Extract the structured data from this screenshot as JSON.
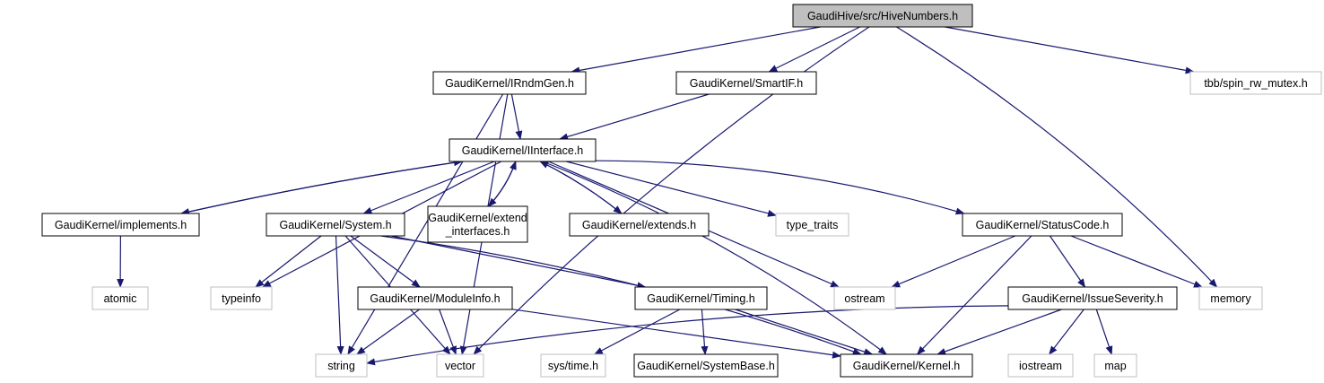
{
  "title": "GaudiHive/src/HiveNumbers.h",
  "colors": {
    "edge": "#191970",
    "root_fill": "#bfbfbf",
    "node_border": "#000000",
    "external_border": "#bfbfbf",
    "background": "#ffffff"
  },
  "nodes": [
    {
      "id": "root",
      "label": [
        "GaudiHive/src/HiveNumbers.h"
      ],
      "kind": "root"
    },
    {
      "id": "irndmgen",
      "label": [
        "GaudiKernel/IRndmGen.h"
      ],
      "kind": "internal"
    },
    {
      "id": "smartif",
      "label": [
        "GaudiKernel/SmartIF.h"
      ],
      "kind": "internal"
    },
    {
      "id": "spin",
      "label": [
        "tbb/spin_rw_mutex.h"
      ],
      "kind": "external"
    },
    {
      "id": "iinterface",
      "label": [
        "GaudiKernel/IInterface.h"
      ],
      "kind": "internal"
    },
    {
      "id": "implements",
      "label": [
        "GaudiKernel/implements.h"
      ],
      "kind": "internal"
    },
    {
      "id": "system",
      "label": [
        "GaudiKernel/System.h"
      ],
      "kind": "internal"
    },
    {
      "id": "extend_interfaces",
      "label": [
        "GaudiKernel/extend",
        "_interfaces.h"
      ],
      "kind": "internal"
    },
    {
      "id": "extends",
      "label": [
        "GaudiKernel/extends.h"
      ],
      "kind": "internal"
    },
    {
      "id": "type_traits",
      "label": [
        "type_traits"
      ],
      "kind": "external"
    },
    {
      "id": "statuscode",
      "label": [
        "GaudiKernel/StatusCode.h"
      ],
      "kind": "internal"
    },
    {
      "id": "atomic",
      "label": [
        "atomic"
      ],
      "kind": "external"
    },
    {
      "id": "typeinfo",
      "label": [
        "typeinfo"
      ],
      "kind": "external"
    },
    {
      "id": "moduleinfo",
      "label": [
        "GaudiKernel/ModuleInfo.h"
      ],
      "kind": "internal"
    },
    {
      "id": "timing",
      "label": [
        "GaudiKernel/Timing.h"
      ],
      "kind": "internal"
    },
    {
      "id": "ostream",
      "label": [
        "ostream"
      ],
      "kind": "external"
    },
    {
      "id": "issueseverity",
      "label": [
        "GaudiKernel/IssueSeverity.h"
      ],
      "kind": "internal"
    },
    {
      "id": "memory",
      "label": [
        "memory"
      ],
      "kind": "external"
    },
    {
      "id": "string",
      "label": [
        "string"
      ],
      "kind": "external"
    },
    {
      "id": "vector",
      "label": [
        "vector"
      ],
      "kind": "external"
    },
    {
      "id": "systime",
      "label": [
        "sys/time.h"
      ],
      "kind": "external"
    },
    {
      "id": "systembase",
      "label": [
        "GaudiKernel/SystemBase.h"
      ],
      "kind": "internal"
    },
    {
      "id": "kernel",
      "label": [
        "GaudiKernel/Kernel.h"
      ],
      "kind": "internal"
    },
    {
      "id": "iostream",
      "label": [
        "iostream"
      ],
      "kind": "external"
    },
    {
      "id": "map",
      "label": [
        "map"
      ],
      "kind": "external"
    }
  ],
  "edges": [
    {
      "from": "root",
      "to": "irndmgen"
    },
    {
      "from": "root",
      "to": "smartif"
    },
    {
      "from": "root",
      "to": "vector"
    },
    {
      "from": "root",
      "to": "memory"
    },
    {
      "from": "root",
      "to": "spin"
    },
    {
      "from": "irndmgen",
      "to": "iinterface"
    },
    {
      "from": "irndmgen",
      "to": "string"
    },
    {
      "from": "irndmgen",
      "to": "vector"
    },
    {
      "from": "smartif",
      "to": "iinterface"
    },
    {
      "from": "iinterface",
      "to": "implements"
    },
    {
      "from": "iinterface",
      "to": "system"
    },
    {
      "from": "iinterface",
      "to": "extend_interfaces"
    },
    {
      "from": "iinterface",
      "to": "extends"
    },
    {
      "from": "iinterface",
      "to": "type_traits"
    },
    {
      "from": "iinterface",
      "to": "statuscode"
    },
    {
      "from": "iinterface",
      "to": "typeinfo"
    },
    {
      "from": "iinterface",
      "to": "ostream"
    },
    {
      "from": "iinterface",
      "to": "kernel"
    },
    {
      "from": "implements",
      "to": "iinterface"
    },
    {
      "from": "implements",
      "to": "atomic"
    },
    {
      "from": "extend_interfaces",
      "to": "iinterface"
    },
    {
      "from": "extends",
      "to": "iinterface"
    },
    {
      "from": "system",
      "to": "typeinfo"
    },
    {
      "from": "system",
      "to": "string"
    },
    {
      "from": "system",
      "to": "moduleinfo"
    },
    {
      "from": "system",
      "to": "vector"
    },
    {
      "from": "system",
      "to": "timing"
    },
    {
      "from": "system",
      "to": "kernel"
    },
    {
      "from": "statuscode",
      "to": "ostream"
    },
    {
      "from": "statuscode",
      "to": "kernel"
    },
    {
      "from": "statuscode",
      "to": "issueseverity"
    },
    {
      "from": "statuscode",
      "to": "memory"
    },
    {
      "from": "moduleinfo",
      "to": "string"
    },
    {
      "from": "moduleinfo",
      "to": "vector"
    },
    {
      "from": "moduleinfo",
      "to": "kernel"
    },
    {
      "from": "timing",
      "to": "systime"
    },
    {
      "from": "timing",
      "to": "systembase"
    },
    {
      "from": "timing",
      "to": "kernel"
    },
    {
      "from": "issueseverity",
      "to": "string"
    },
    {
      "from": "issueseverity",
      "to": "kernel"
    },
    {
      "from": "issueseverity",
      "to": "iostream"
    },
    {
      "from": "issueseverity",
      "to": "map"
    }
  ]
}
